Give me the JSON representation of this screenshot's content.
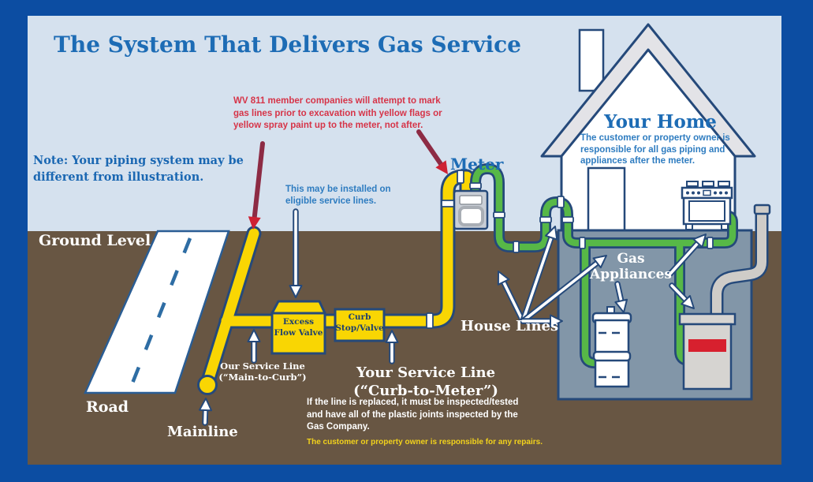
{
  "colors": {
    "frame": "#0c4da2",
    "sky": "#d5e1ee",
    "ground": "#685643",
    "basement": "#8296a8",
    "heading_blue": "#1d6cb5",
    "body_blue": "#2e7cc0",
    "warning_red": "#d63448",
    "pipe_yellow": "#f9d603",
    "pipe_green": "#57b847",
    "outline_navy": "#25497a",
    "repair_yellow": "#f2d21c",
    "furnace_red": "#d7202e"
  },
  "title": "The System That Delivers Gas Service",
  "notes": {
    "wv811": "WV 811 member companies will attempt to mark\ngas lines prior to excavation with yellow flags or\nyellow spray paint up to the meter, not after.",
    "piping": "Note: Your piping system may be\ndifferent from illustration.",
    "efv": "This may be installed on\neligible service lines.",
    "replaced": "If the line is replaced, it must be inspected/tested\nand have all of the plastic joints inspected by the\nGas Company.",
    "repairs": "The customer or property owner is responsible for any repairs."
  },
  "labels": {
    "ground_level": "Ground Level",
    "road": "Road",
    "mainline": "Mainline",
    "meter": "Meter",
    "house_lines": "House Lines",
    "gas_appliances": "Gas\nAppliances",
    "excess_flow_valve": "Excess\nFlow Valve",
    "curb_stop_valve": "Curb\nStop/Valve",
    "our_service_line": "Our Service Line\n(“Main-to-Curb”)",
    "your_service_line": "Your Service Line\n(“Curb-to-Meter”)"
  },
  "your_home": {
    "title": "Your Home",
    "body": "The customer or property owner is\nresponsible for all gas piping and\nappliances after the meter."
  }
}
